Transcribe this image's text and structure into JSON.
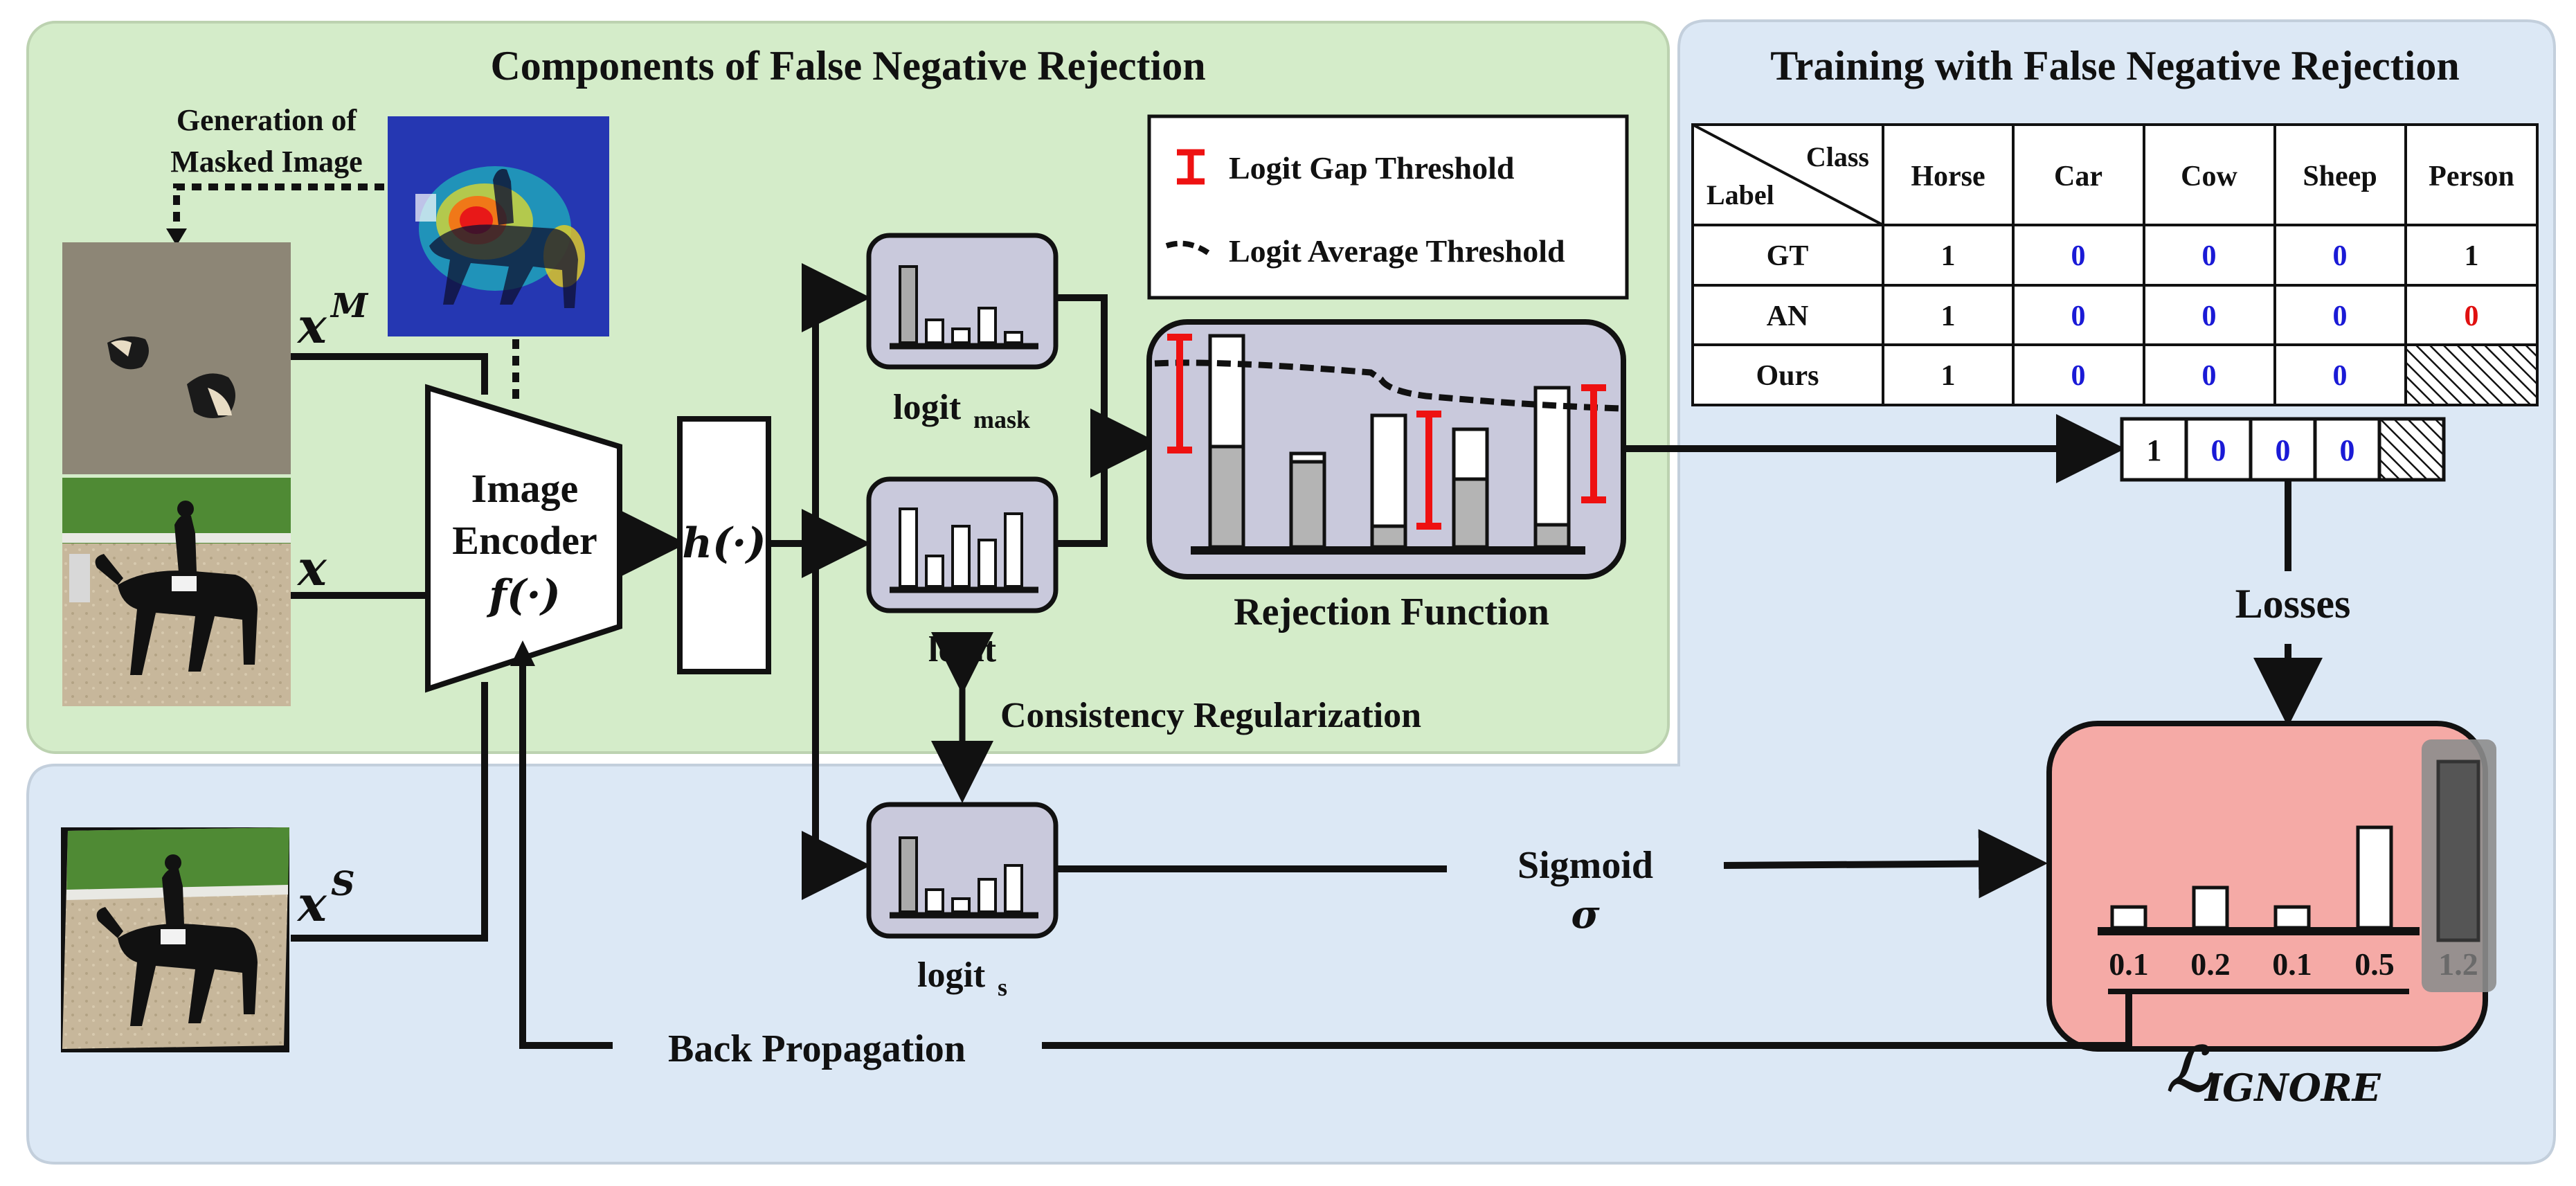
{
  "panels": {
    "components_title": "Components of False Negative Rejection",
    "training_title": "Training with False Negative Rejection"
  },
  "masking": {
    "generation_line1": "Generation of",
    "generation_line2": "Masked Image",
    "x_mask_base": "x",
    "x_mask_sup": "M",
    "x_base": "x",
    "x_strong_base": "x",
    "x_strong_sup": "S"
  },
  "encoder": {
    "line1": "Image",
    "line2": "Encoder",
    "fn": "f(·)"
  },
  "head": {
    "label": "h(·)"
  },
  "logits": {
    "mask_base": "logit",
    "mask_sub": "mask",
    "plain": "logit",
    "strong_base": "logit",
    "strong_sub": "s"
  },
  "legend": {
    "gap_threshold": "Logit Gap Threshold",
    "avg_threshold": "Logit Average Threshold"
  },
  "rejection": {
    "label": "Rejection Function"
  },
  "consistency": {
    "label": "Consistency Regularization"
  },
  "sigmoid": {
    "line1": "Sigmoid",
    "line2": "σ"
  },
  "backprop": {
    "label": "Back Propagation"
  },
  "losses": {
    "label": "Losses"
  },
  "loss_fn": {
    "symbol": "ℒ",
    "sub": "IGNORE"
  },
  "table": {
    "corner_top": "Class",
    "corner_bottom": "Label",
    "columns": [
      "Horse",
      "Car",
      "Cow",
      "Sheep",
      "Person"
    ],
    "rows": [
      {
        "label": "GT",
        "cells": [
          "1",
          "0",
          "0",
          "0",
          "1"
        ]
      },
      {
        "label": "AN",
        "cells": [
          "1",
          "0",
          "0",
          "0",
          "0"
        ]
      },
      {
        "label": "Ours",
        "cells": [
          "1",
          "0",
          "0",
          "0",
          ""
        ]
      }
    ],
    "colors": {
      "one": "#111111",
      "zero": "#1a1ad6",
      "rejected": "#e01010"
    }
  },
  "label_vector": [
    "1",
    "0",
    "0",
    "0",
    ""
  ],
  "loss_values": [
    "0.1",
    "0.2",
    "0.1",
    "0.5",
    "1.2"
  ],
  "colors": {
    "green_panel": "#d4ecc9",
    "blue_panel": "#dce8f5",
    "logit_box": "#c9c9dc",
    "loss_box": "#f5aaa6",
    "threshold_red": "#ee1111"
  }
}
